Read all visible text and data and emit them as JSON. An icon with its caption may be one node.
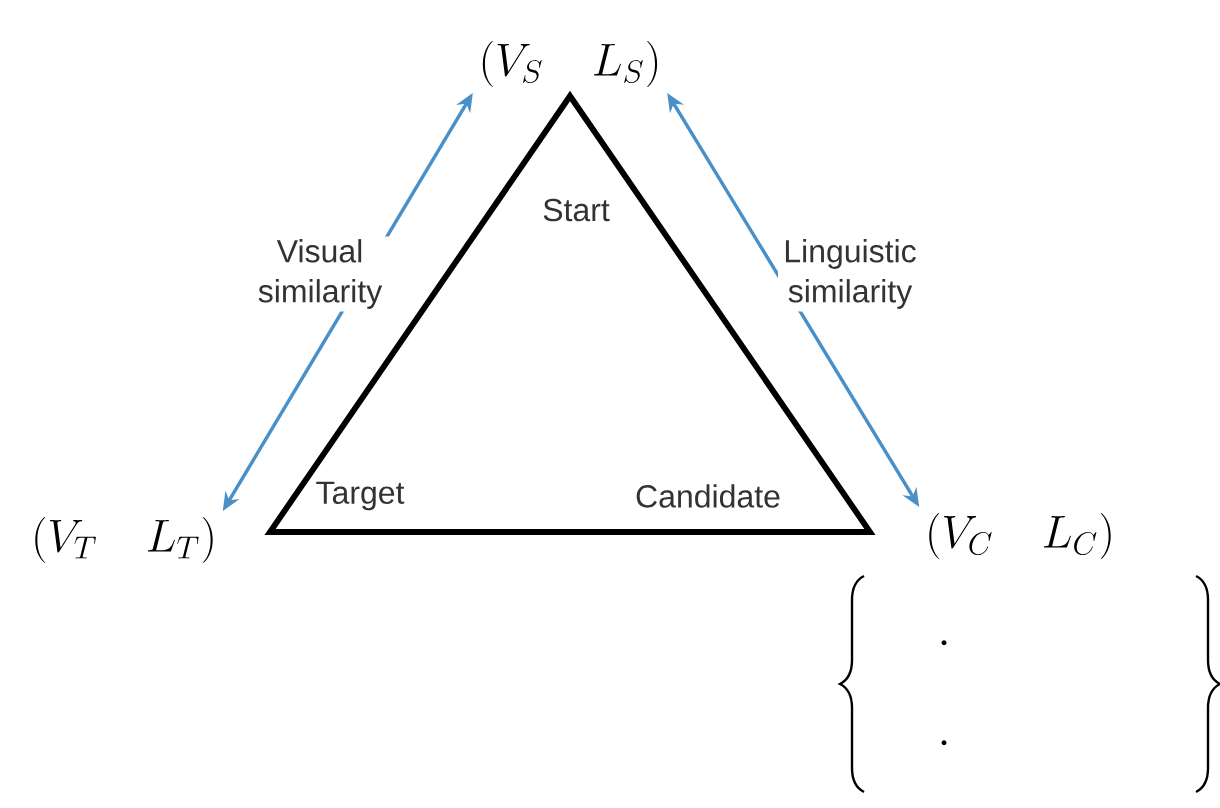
{
  "diagram": {
    "nodes": [
      {
        "text": [
          "Start",
          "Target",
          "Candidate"
        ]
      },
      {
        "text": [
          "\\left(V_S\\quad L_S\\right)"
        ]
      },
      {
        "text": [
          "\\left(V_T\\quad L_T\\right)"
        ]
      },
      {
        "text": [
          "\\left(V_C\\quad L_C\\right)"
        ]
      }
    ],
    "edges": [
      {
        "from": 2,
        "to": 1,
        "arrow": "both",
        "label": "Visual similarity",
        "color": "#4a90c8"
      },
      {
        "from": 1,
        "to": 3,
        "arrow": "both",
        "label": "Linguistic similarity",
        "color": "#4a90c8"
      }
    ],
    "labels": [
      "\\cdot",
      "\\cdot"
    ]
  }
}
